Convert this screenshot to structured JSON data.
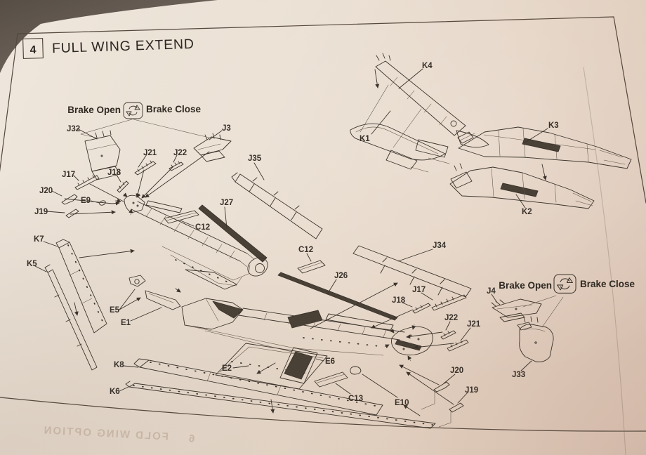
{
  "page": {
    "step_number": "4",
    "title": "FULL WING EXTEND",
    "brake_open": "Brake Open",
    "brake_close": "Brake Close",
    "bleedthrough_step": "6",
    "bleedthrough_text": "FOLD WING OPTION"
  },
  "colors": {
    "paper": "#e7dacc",
    "table_background": "#6a6057",
    "ink": "#3b332b",
    "label_ink": "#38312a"
  },
  "icons": {
    "rotate_icon": "rotate-both-ways"
  },
  "part_labels": {
    "j32": "J32",
    "j3": "J3",
    "j21_left": "J21",
    "j22_left": "J22",
    "j35": "J35",
    "j17_left": "J17",
    "j18_left": "J18",
    "j20_left": "J20",
    "e9": "E9",
    "j19_left": "J19",
    "j27": "J27",
    "c12_left": "C12",
    "k7": "K7",
    "k5": "K5",
    "e5": "E5",
    "e1": "E1",
    "k8": "K8",
    "k6": "K6",
    "e2": "E2",
    "e6": "E6",
    "c13": "C13",
    "e10": "E10",
    "c12_center": "C12",
    "j26": "J26",
    "j34": "J34",
    "j17_right": "J17",
    "j18_right": "J18",
    "j22_right": "J22",
    "j21_right": "J21",
    "j20_right": "J20",
    "j19_right": "J19",
    "j33": "J33",
    "j4": "J4",
    "k4": "K4",
    "k1": "K1",
    "k3": "K3",
    "k2": "K2"
  }
}
